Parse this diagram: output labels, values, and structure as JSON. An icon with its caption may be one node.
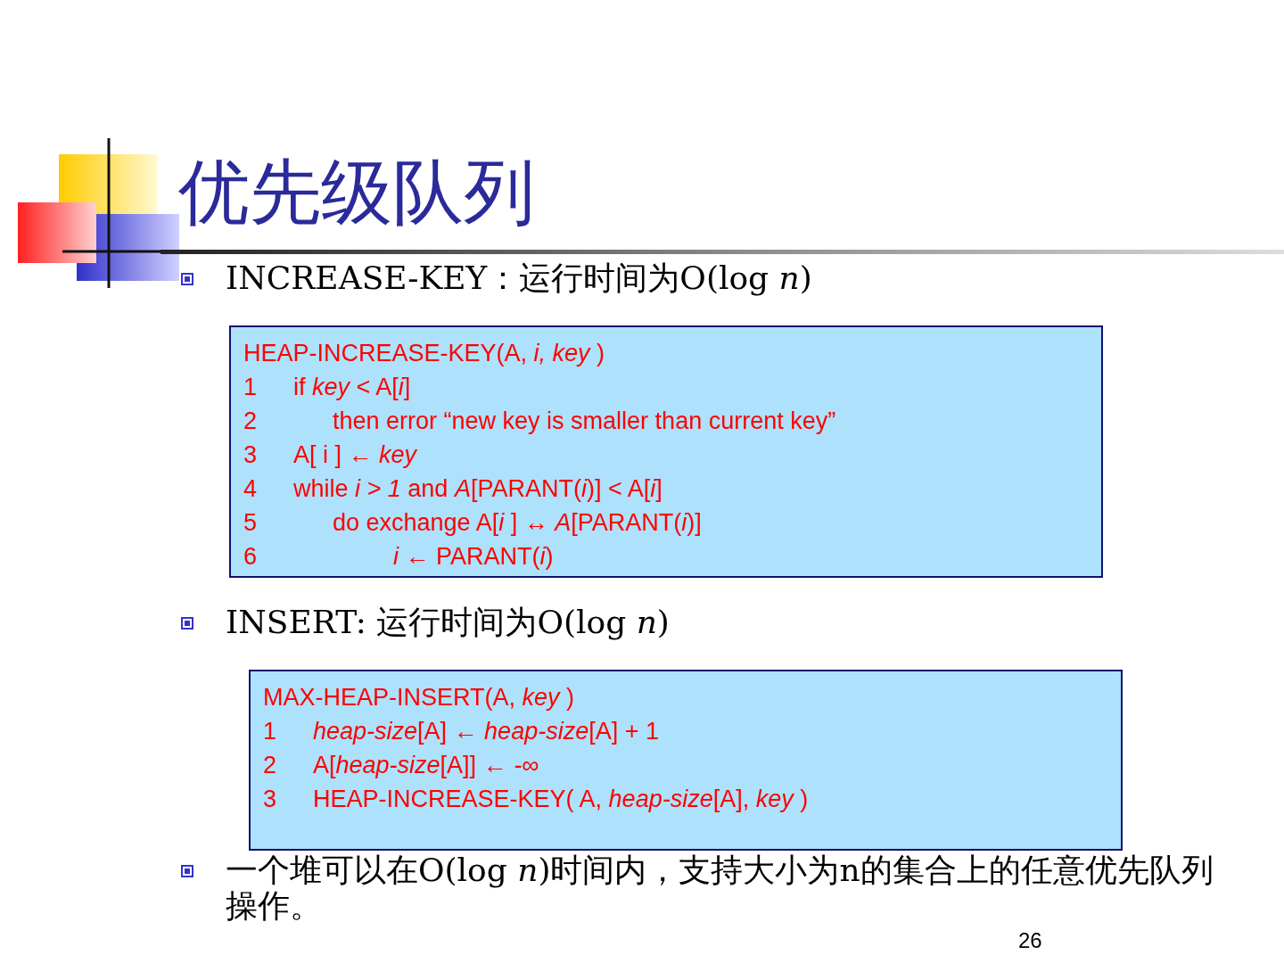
{
  "diagram": {
    "title": "优先级队列",
    "nodes": [
      {
        "text": [
          "HEAP-INCREASE-KEY(A, *i, key* )",
          "1",
          "if  *key* < A[*i*]",
          "2",
          "then error “new key is smaller than current key”",
          "3",
          "A[ i ] ← *key*",
          "4",
          "while  *i > 1* and *A*[PARANT(*i*)] < A[*i*]",
          "5",
          "do exchange A[*i* ] ↔ *A*[PARANT(*i*)]",
          "6",
          "*i* ← PARANT(*i*)"
        ]
      },
      {
        "text": [
          "MAX-HEAP-INSERT(A, *key* )",
          "1",
          "*heap-size*[A] ←  *heap-size*[A] + 1",
          "2",
          "A[*heap-size*[A]] ← *-∞*",
          "3",
          "HEAP-INCREASE-KEY( A, *heap-size*[A], *key* )"
        ]
      }
    ],
    "labels": [
      "INCREASE-KEY：运行时间为O(log *n*)",
      "INSERT: 运行时间为O(log *n*)",
      "一个堆可以在O(log *n*)时间内，支持大小为n的集合上的任意优先队列操作。",
      "26"
    ]
  }
}
